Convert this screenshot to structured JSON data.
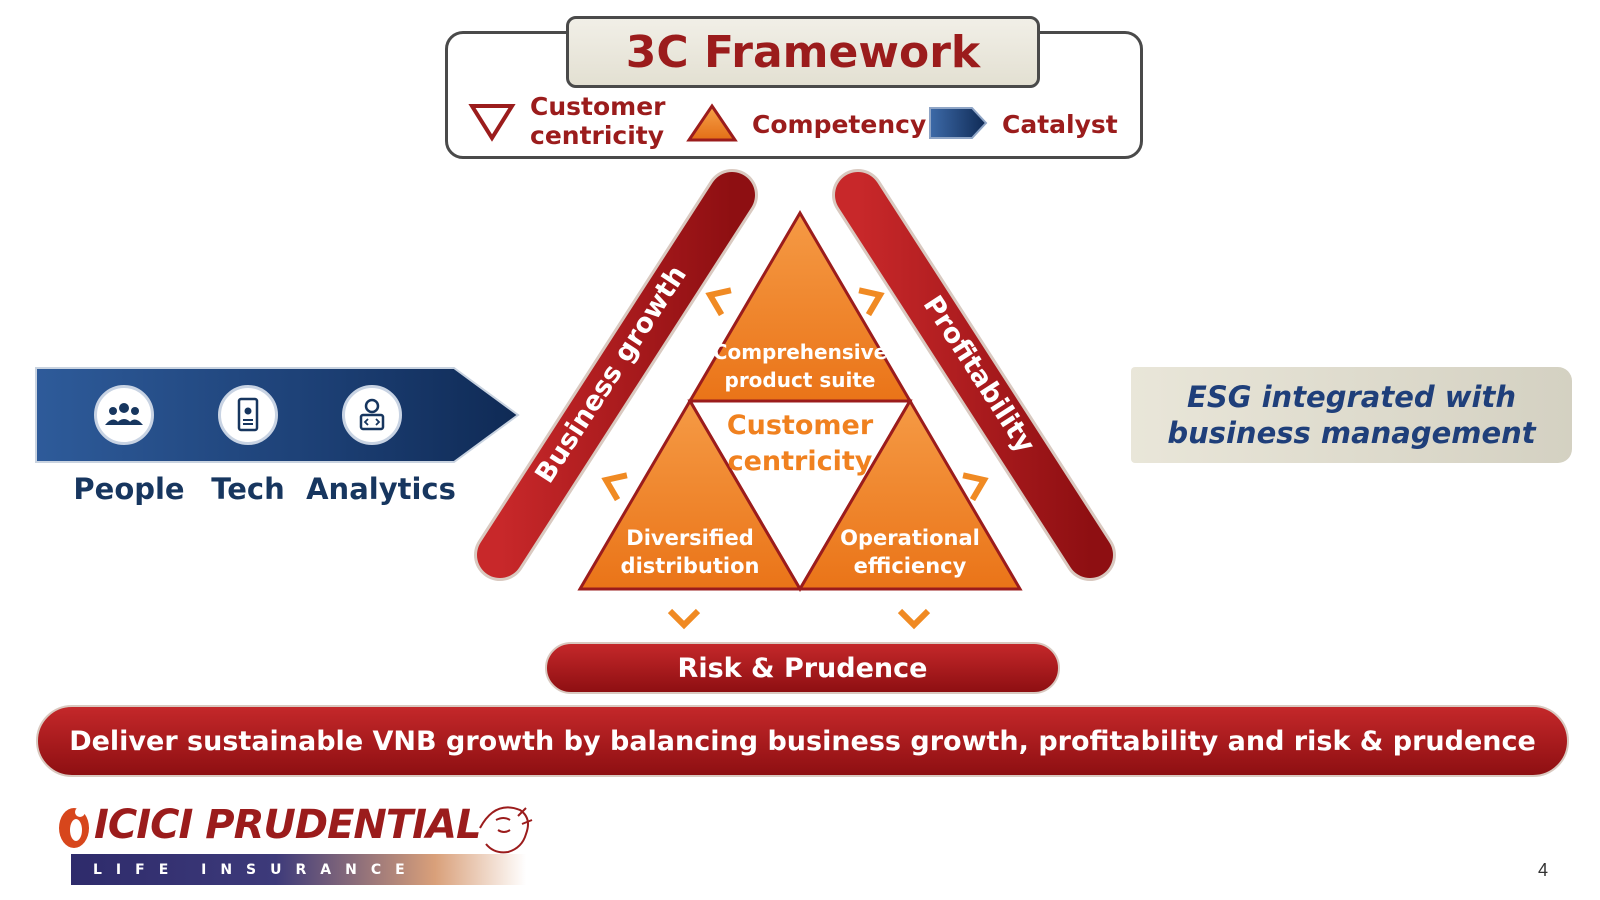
{
  "framework": {
    "title": "3C Framework",
    "legend": [
      {
        "shape": "inverted-triangle-outline",
        "label_line1": "Customer",
        "label_line2": "centricity"
      },
      {
        "shape": "orange-triangle",
        "label": "Competency"
      },
      {
        "shape": "blue-arrow",
        "label": "Catalyst"
      }
    ]
  },
  "catalyst": {
    "items": [
      {
        "icon": "people-icon",
        "label": "People"
      },
      {
        "icon": "tech-icon",
        "label": "Tech"
      },
      {
        "icon": "analytics-icon",
        "label": "Analytics"
      }
    ]
  },
  "triangle": {
    "top": {
      "line1": "Comprehensive",
      "line2": "product suite"
    },
    "center": {
      "line1": "Customer",
      "line2": "centricity"
    },
    "bottom_left": {
      "line1": "Diversified",
      "line2": "distribution"
    },
    "bottom_right": {
      "line1": "Operational",
      "line2": "efficiency"
    },
    "left_bar": "Business growth",
    "right_bar": "Profitability",
    "bottom_bar": "Risk & Prudence"
  },
  "esg": {
    "line1": "ESG integrated with",
    "line2": "business management"
  },
  "banner": "Deliver sustainable VNB growth by balancing business growth, profitability and risk & prudence",
  "logo": {
    "name": "ICICI PRUDENTIAL",
    "subtitle": "LIFE INSURANCE"
  },
  "page_number": "4",
  "colors": {
    "dark_red": "#9b1c1c",
    "orange": "#f0811f",
    "navy": "#17365f",
    "beige": "#e3e0d2"
  }
}
